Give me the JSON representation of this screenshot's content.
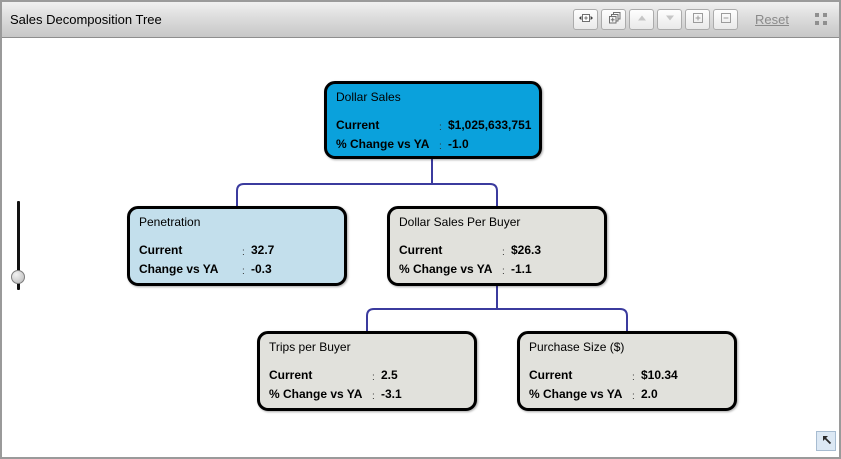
{
  "header": {
    "title": "Sales Decomposition Tree",
    "toolbar": {
      "buttons": [
        {
          "name": "expand-width-button",
          "icon": "expand-width-icon"
        },
        {
          "name": "cascade-windows-button",
          "icon": "cascade-windows-icon"
        },
        {
          "name": "move-up-button",
          "icon": "triangle-up-icon",
          "state": "disabled"
        },
        {
          "name": "move-down-button",
          "icon": "triangle-down-icon",
          "state": "disabled"
        },
        {
          "name": "zoom-in-button",
          "icon": "plus-box-icon"
        },
        {
          "name": "zoom-out-button",
          "icon": "minus-box-icon"
        }
      ],
      "reset_label": "Reset",
      "fit_icon": "collapse-corners-icon"
    }
  },
  "tree": {
    "colon": ":",
    "connector_color": "#3b3b9e",
    "colors": {
      "root_blue": "#0aa1dc",
      "light_blue": "#c3dfec",
      "node_gray": "#e1e1dc"
    },
    "nodes": [
      {
        "id": "dollar-sales",
        "title": "Dollar Sales",
        "color": "#0aa1dc",
        "rows": [
          {
            "label": "Current",
            "value": "$1,025,633,751"
          },
          {
            "label": "% Change vs YA",
            "value": "-1.0"
          }
        ]
      },
      {
        "id": "penetration",
        "title": "Penetration",
        "color": "#c3dfec",
        "rows": [
          {
            "label": "Current",
            "value": "32.7"
          },
          {
            "label": "Change vs YA",
            "value": "-0.3"
          }
        ]
      },
      {
        "id": "dollar-sales-per-buyer",
        "title": "Dollar Sales Per Buyer",
        "color": "#e1e1dc",
        "rows": [
          {
            "label": "Current",
            "value": "$26.3"
          },
          {
            "label": "% Change vs YA",
            "value": "-1.1"
          }
        ]
      },
      {
        "id": "trips-per-buyer",
        "title": "Trips per Buyer",
        "color": "#e1e1dc",
        "rows": [
          {
            "label": "Current",
            "value": "2.5"
          },
          {
            "label": "% Change vs YA",
            "value": "-3.1"
          }
        ]
      },
      {
        "id": "purchase-size",
        "title": "Purchase Size ($)",
        "color": "#e1e1dc",
        "rows": [
          {
            "label": "Current",
            "value": "$10.34"
          },
          {
            "label": "% Change vs YA",
            "value": "2.0"
          }
        ]
      }
    ]
  }
}
